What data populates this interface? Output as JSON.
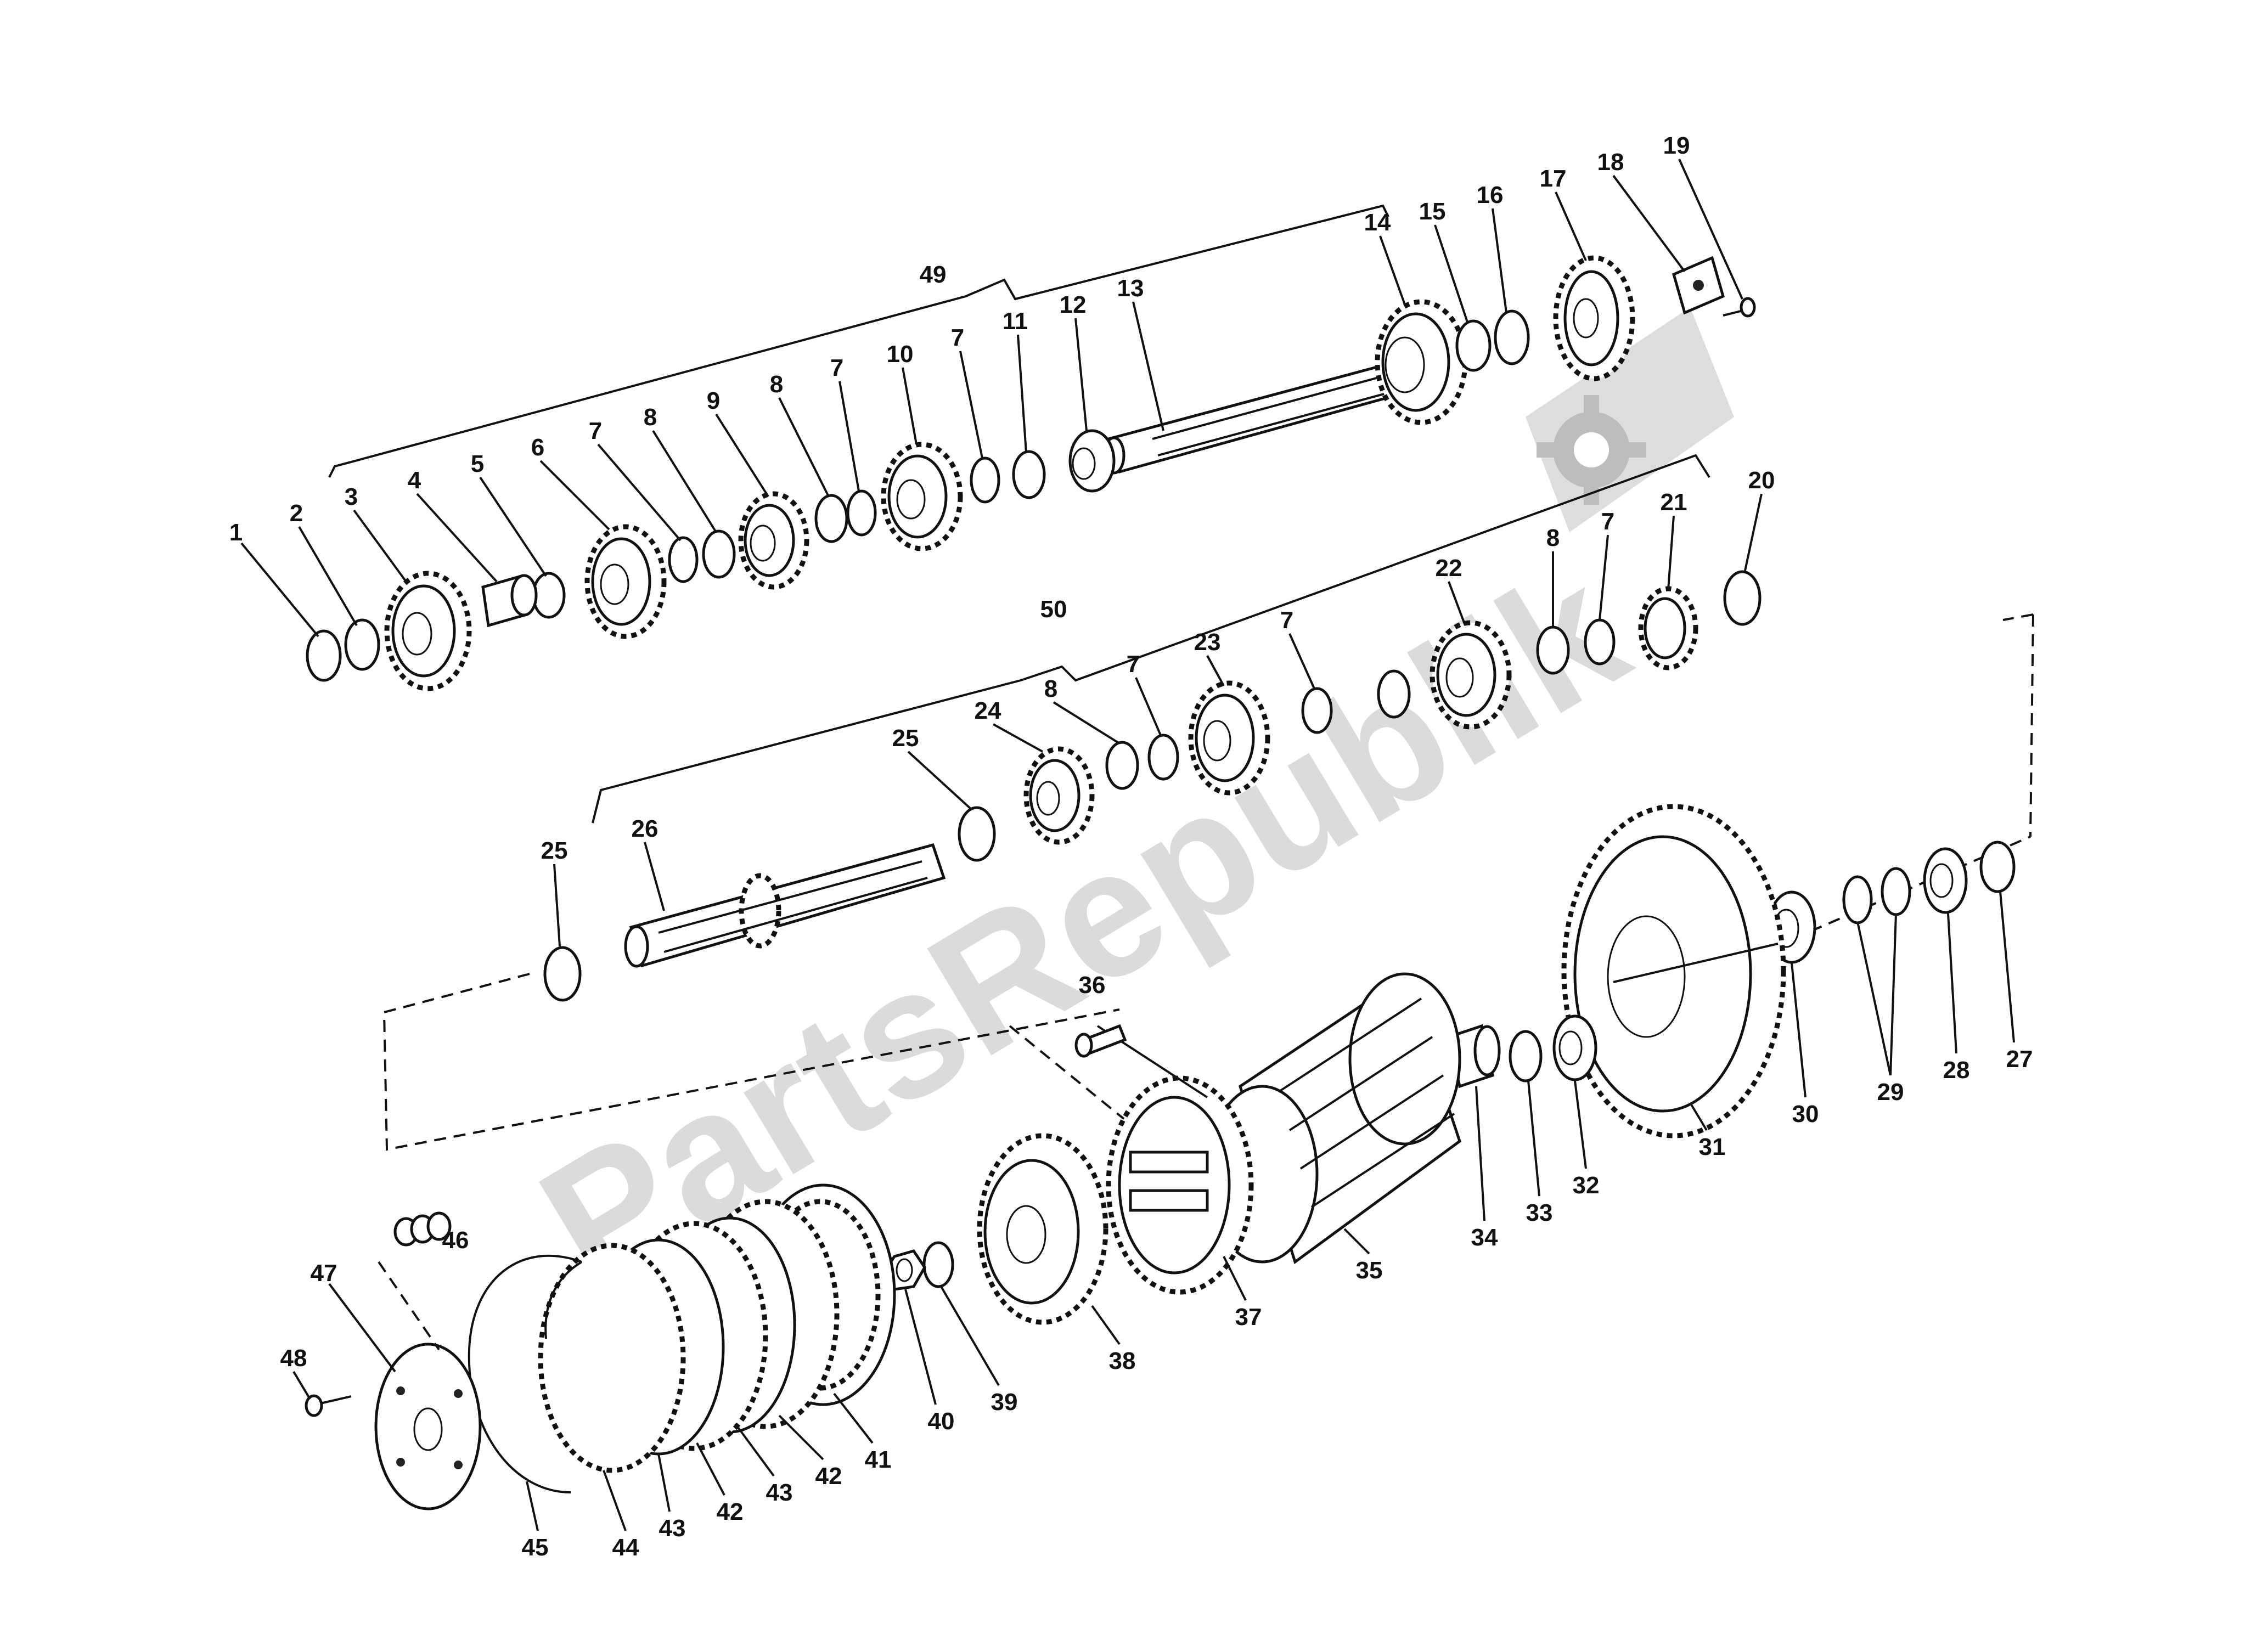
{
  "watermark": {
    "text": "PartsRepublik",
    "logo": "gear-logo-icon"
  },
  "groups": [
    {
      "id": "49",
      "label": "49"
    },
    {
      "id": "50",
      "label": "50"
    }
  ],
  "callouts": [
    "1",
    "2",
    "3",
    "4",
    "5",
    "6",
    "7",
    "8",
    "9",
    "8",
    "7",
    "10",
    "7",
    "11",
    "12",
    "13",
    "14",
    "15",
    "16",
    "17",
    "18",
    "19",
    "20",
    "21",
    "7",
    "8",
    "22",
    "7",
    "23",
    "7",
    "8",
    "24",
    "25",
    "25",
    "26",
    "27",
    "28",
    "29",
    "30",
    "31",
    "32",
    "33",
    "34",
    "35",
    "36",
    "37",
    "38",
    "39",
    "40",
    "41",
    "42",
    "43",
    "42",
    "43",
    "44",
    "45",
    "46",
    "47",
    "48"
  ]
}
